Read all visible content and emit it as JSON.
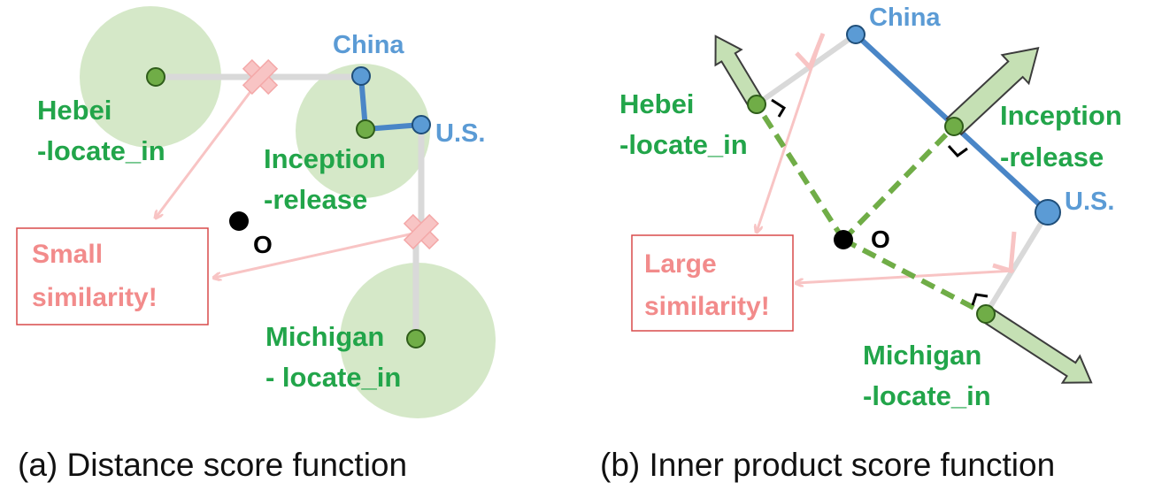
{
  "panel_a": {
    "caption": "(a) Distance score function",
    "labels": {
      "china": "China",
      "us": "U.S.",
      "hebei_1": "Hebei",
      "hebei_2": "-locate_in",
      "inception_1": "Inception",
      "inception_2": "-release",
      "michigan_1": "Michigan",
      "michigan_2": "- locate_in",
      "origin": "O"
    },
    "box": [
      "Small",
      "similarity!"
    ]
  },
  "panel_b": {
    "caption": "(b) Inner product score function",
    "labels": {
      "china": "China",
      "us": "U.S.",
      "hebei_1": "Hebei",
      "hebei_2": "-locate_in",
      "inception_1": "Inception",
      "inception_2": "-release",
      "michigan_1": "Michigan",
      "michigan_2": "-locate_in",
      "origin": "O"
    },
    "box": [
      "Large",
      "similarity!"
    ]
  },
  "colors": {
    "green_text": "#22a54a",
    "blue_text": "#5b9bd5",
    "red_text": "#f28b8b",
    "circle_fill": "#d5e8c8",
    "node_green": "#70ad47",
    "node_blue": "#5b9bd5",
    "grey_line": "#d9d9d9",
    "pink": "#f8c4c4"
  }
}
